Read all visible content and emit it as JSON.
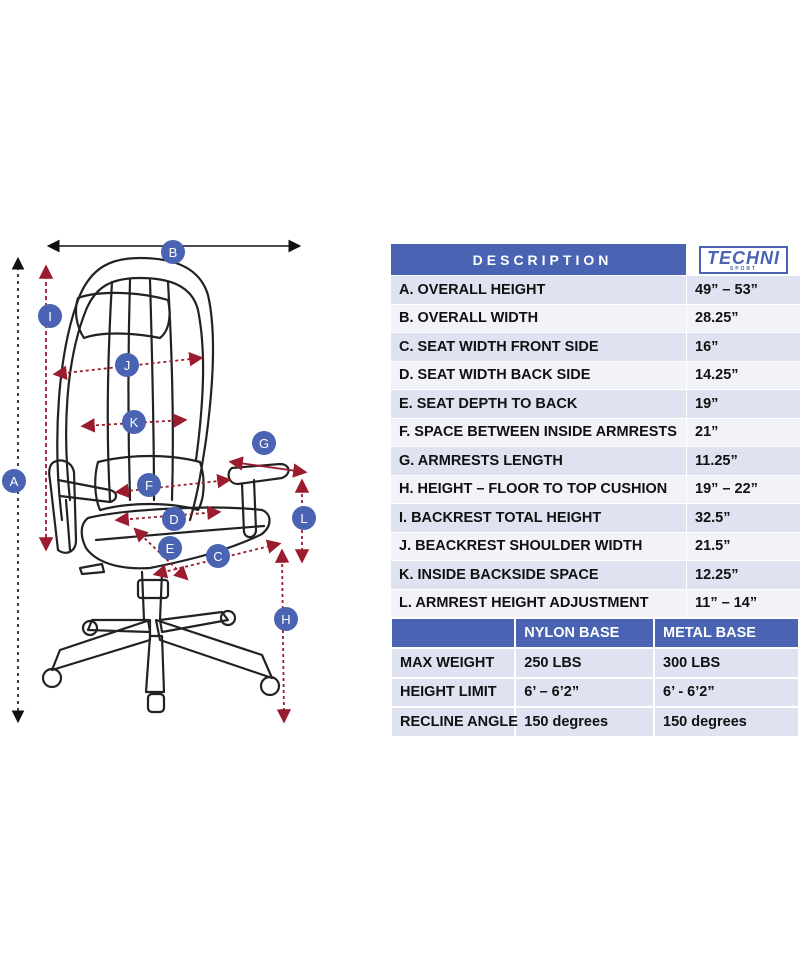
{
  "diagram": {
    "badge_color": "#4a63b2",
    "dimension_color": "#9b1c2e",
    "labels": [
      "A",
      "B",
      "C",
      "D",
      "E",
      "F",
      "G",
      "H",
      "I",
      "J",
      "K",
      "L"
    ]
  },
  "brand": {
    "name": "TECHNI",
    "sub": "SPORT"
  },
  "spec_table": {
    "header": "DESCRIPTION",
    "header_color": "#4a63b2",
    "rows": [
      {
        "label": "A. OVERALL HEIGHT",
        "value": "49” – 53”"
      },
      {
        "label": "B. OVERALL WIDTH",
        "value": "28.25”"
      },
      {
        "label": "C. SEAT WIDTH FRONT SIDE",
        "value": "16”"
      },
      {
        "label": "D. SEAT WIDTH BACK SIDE",
        "value": "14.25”"
      },
      {
        "label": "E. SEAT DEPTH TO BACK",
        "value": "19”"
      },
      {
        "label": "F. SPACE BETWEEN INSIDE ARMRESTS",
        "value": "21”"
      },
      {
        "label": "G. ARMRESTS LENGTH",
        "value": "11.25”"
      },
      {
        "label": "H. HEIGHT – FLOOR TO TOP CUSHION",
        "value": "19” – 22”"
      },
      {
        "label": "I. BACKREST TOTAL HEIGHT",
        "value": "32.5”"
      },
      {
        "label": "J. BEACKREST SHOULDER WIDTH",
        "value": "21.5”"
      },
      {
        "label": "K. INSIDE BACKSIDE SPACE",
        "value": "12.25”"
      },
      {
        "label": "L. ARMREST HEIGHT ADJUSTMENT",
        "value": "11” – 14”"
      }
    ]
  },
  "base_table": {
    "headers": [
      "",
      "NYLON BASE",
      "METAL BASE"
    ],
    "rows": [
      {
        "label": "MAX WEIGHT",
        "nylon": "250 LBS",
        "metal": "300 LBS"
      },
      {
        "label": "HEIGHT LIMIT",
        "nylon": "6’ – 6’2”",
        "metal": "6’ - 6’2”"
      },
      {
        "label": "RECLINE ANGLE",
        "nylon": "150 degrees",
        "metal": "150 degrees"
      }
    ]
  }
}
